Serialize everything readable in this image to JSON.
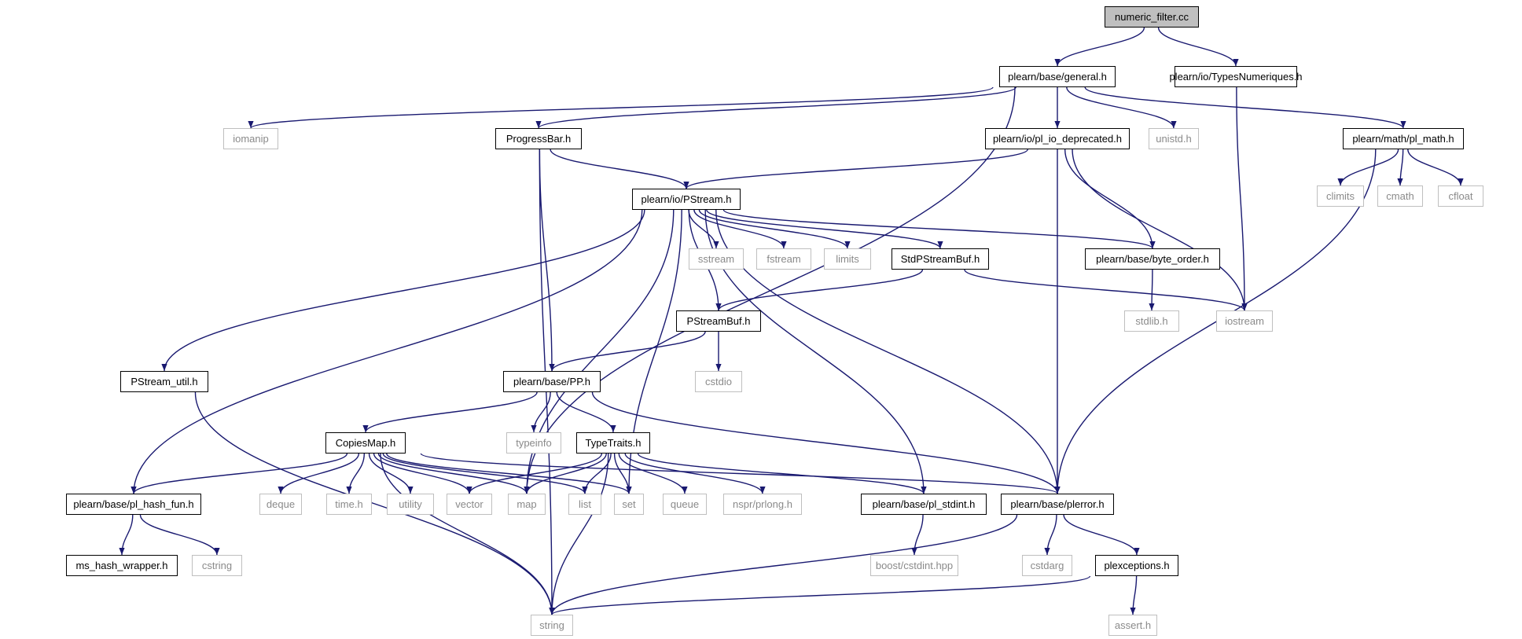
{
  "colors": {
    "edge": "#191970",
    "node_border": "#000000",
    "system_border": "#bfbfbf",
    "root_fill": "#bfbfbf"
  },
  "nodes": [
    {
      "id": "root",
      "label": "numeric_filter.cc",
      "kind": "root"
    },
    {
      "id": "general",
      "label": "plearn/base/general.h",
      "kind": "local"
    },
    {
      "id": "typesnum",
      "label": "plearn/io/TypesNumeriques.h",
      "kind": "local"
    },
    {
      "id": "iomanip",
      "label": "iomanip",
      "kind": "system"
    },
    {
      "id": "progressbar",
      "label": "ProgressBar.h",
      "kind": "local"
    },
    {
      "id": "pliodep",
      "label": "plearn/io/pl_io_deprecated.h",
      "kind": "local"
    },
    {
      "id": "unistd",
      "label": "unistd.h",
      "kind": "system"
    },
    {
      "id": "plmath",
      "label": "plearn/math/pl_math.h",
      "kind": "local"
    },
    {
      "id": "pstream",
      "label": "plearn/io/PStream.h",
      "kind": "local"
    },
    {
      "id": "climits",
      "label": "climits",
      "kind": "system"
    },
    {
      "id": "cmath",
      "label": "cmath",
      "kind": "system"
    },
    {
      "id": "cfloat",
      "label": "cfloat",
      "kind": "system"
    },
    {
      "id": "sstream",
      "label": "sstream",
      "kind": "system"
    },
    {
      "id": "fstream",
      "label": "fstream",
      "kind": "system"
    },
    {
      "id": "limits",
      "label": "limits",
      "kind": "system"
    },
    {
      "id": "stdpsb",
      "label": "StdPStreamBuf.h",
      "kind": "local"
    },
    {
      "id": "byteorder",
      "label": "plearn/base/byte_order.h",
      "kind": "local"
    },
    {
      "id": "stdlib",
      "label": "stdlib.h",
      "kind": "system"
    },
    {
      "id": "iostream",
      "label": "iostream",
      "kind": "system"
    },
    {
      "id": "psb",
      "label": "PStreamBuf.h",
      "kind": "local"
    },
    {
      "id": "cstdio",
      "label": "cstdio",
      "kind": "system"
    },
    {
      "id": "psutil",
      "label": "PStream_util.h",
      "kind": "local"
    },
    {
      "id": "pp",
      "label": "plearn/base/PP.h",
      "kind": "local"
    },
    {
      "id": "copiesmap",
      "label": "CopiesMap.h",
      "kind": "local"
    },
    {
      "id": "typeinfo",
      "label": "typeinfo",
      "kind": "system"
    },
    {
      "id": "typetraits",
      "label": "TypeTraits.h",
      "kind": "local"
    },
    {
      "id": "hashfun",
      "label": "plearn/base/pl_hash_fun.h",
      "kind": "local"
    },
    {
      "id": "deque",
      "label": "deque",
      "kind": "system"
    },
    {
      "id": "timeh",
      "label": "time.h",
      "kind": "system"
    },
    {
      "id": "utility",
      "label": "utility",
      "kind": "system"
    },
    {
      "id": "vector",
      "label": "vector",
      "kind": "system"
    },
    {
      "id": "map",
      "label": "map",
      "kind": "system"
    },
    {
      "id": "list",
      "label": "list",
      "kind": "system"
    },
    {
      "id": "set",
      "label": "set",
      "kind": "system"
    },
    {
      "id": "queue",
      "label": "queue",
      "kind": "system"
    },
    {
      "id": "prlong",
      "label": "nspr/prlong.h",
      "kind": "system"
    },
    {
      "id": "stdint",
      "label": "plearn/base/pl_stdint.h",
      "kind": "local"
    },
    {
      "id": "plerror",
      "label": "plearn/base/plerror.h",
      "kind": "local"
    },
    {
      "id": "mshash",
      "label": "ms_hash_wrapper.h",
      "kind": "local"
    },
    {
      "id": "cstring",
      "label": "cstring",
      "kind": "system"
    },
    {
      "id": "boostcstdint",
      "label": "boost/cstdint.hpp",
      "kind": "system"
    },
    {
      "id": "cstdarg",
      "label": "cstdarg",
      "kind": "system"
    },
    {
      "id": "plexceptions",
      "label": "plexceptions.h",
      "kind": "local"
    },
    {
      "id": "string",
      "label": "string",
      "kind": "system"
    },
    {
      "id": "asserth",
      "label": "assert.h",
      "kind": "system"
    }
  ],
  "edges": [
    [
      "root",
      "general"
    ],
    [
      "root",
      "typesnum"
    ],
    [
      "general",
      "iomanip"
    ],
    [
      "general",
      "progressbar"
    ],
    [
      "general",
      "pliodep"
    ],
    [
      "general",
      "unistd"
    ],
    [
      "general",
      "plmath"
    ],
    [
      "general",
      "map"
    ],
    [
      "typesnum",
      "iostream"
    ],
    [
      "progressbar",
      "pstream"
    ],
    [
      "progressbar",
      "pp"
    ],
    [
      "progressbar",
      "string"
    ],
    [
      "pliodep",
      "pstream"
    ],
    [
      "pliodep",
      "byteorder"
    ],
    [
      "pliodep",
      "iostream"
    ],
    [
      "pliodep",
      "plerror"
    ],
    [
      "plmath",
      "climits"
    ],
    [
      "plmath",
      "cmath"
    ],
    [
      "plmath",
      "cfloat"
    ],
    [
      "plmath",
      "plerror"
    ],
    [
      "pstream",
      "psutil"
    ],
    [
      "pstream",
      "hashfun"
    ],
    [
      "pstream",
      "map"
    ],
    [
      "pstream",
      "set"
    ],
    [
      "pstream",
      "psb"
    ],
    [
      "pstream",
      "sstream"
    ],
    [
      "pstream",
      "fstream"
    ],
    [
      "pstream",
      "limits"
    ],
    [
      "pstream",
      "stdpsb"
    ],
    [
      "pstream",
      "byteorder"
    ],
    [
      "pstream",
      "stdint"
    ],
    [
      "pstream",
      "plerror"
    ],
    [
      "stdpsb",
      "psb"
    ],
    [
      "stdpsb",
      "iostream"
    ],
    [
      "byteorder",
      "stdlib"
    ],
    [
      "psb",
      "pp"
    ],
    [
      "psb",
      "cstdio"
    ],
    [
      "psutil",
      "string"
    ],
    [
      "pp",
      "copiesmap"
    ],
    [
      "pp",
      "typeinfo"
    ],
    [
      "pp",
      "typetraits"
    ],
    [
      "pp",
      "plerror"
    ],
    [
      "copiesmap",
      "hashfun"
    ],
    [
      "copiesmap",
      "deque"
    ],
    [
      "copiesmap",
      "timeh"
    ],
    [
      "copiesmap",
      "utility"
    ],
    [
      "copiesmap",
      "vector"
    ],
    [
      "copiesmap",
      "map"
    ],
    [
      "copiesmap",
      "list"
    ],
    [
      "copiesmap",
      "set"
    ],
    [
      "copiesmap",
      "string"
    ],
    [
      "copiesmap",
      "plerror"
    ],
    [
      "typetraits",
      "vector"
    ],
    [
      "typetraits",
      "map"
    ],
    [
      "typetraits",
      "list"
    ],
    [
      "typetraits",
      "set"
    ],
    [
      "typetraits",
      "queue"
    ],
    [
      "typetraits",
      "prlong"
    ],
    [
      "typetraits",
      "stdint"
    ],
    [
      "typetraits",
      "string"
    ],
    [
      "hashfun",
      "mshash"
    ],
    [
      "hashfun",
      "cstring"
    ],
    [
      "stdint",
      "boostcstdint"
    ],
    [
      "plerror",
      "cstdarg"
    ],
    [
      "plerror",
      "plexceptions"
    ],
    [
      "plerror",
      "string"
    ],
    [
      "plexceptions",
      "string"
    ],
    [
      "plexceptions",
      "asserth"
    ]
  ]
}
